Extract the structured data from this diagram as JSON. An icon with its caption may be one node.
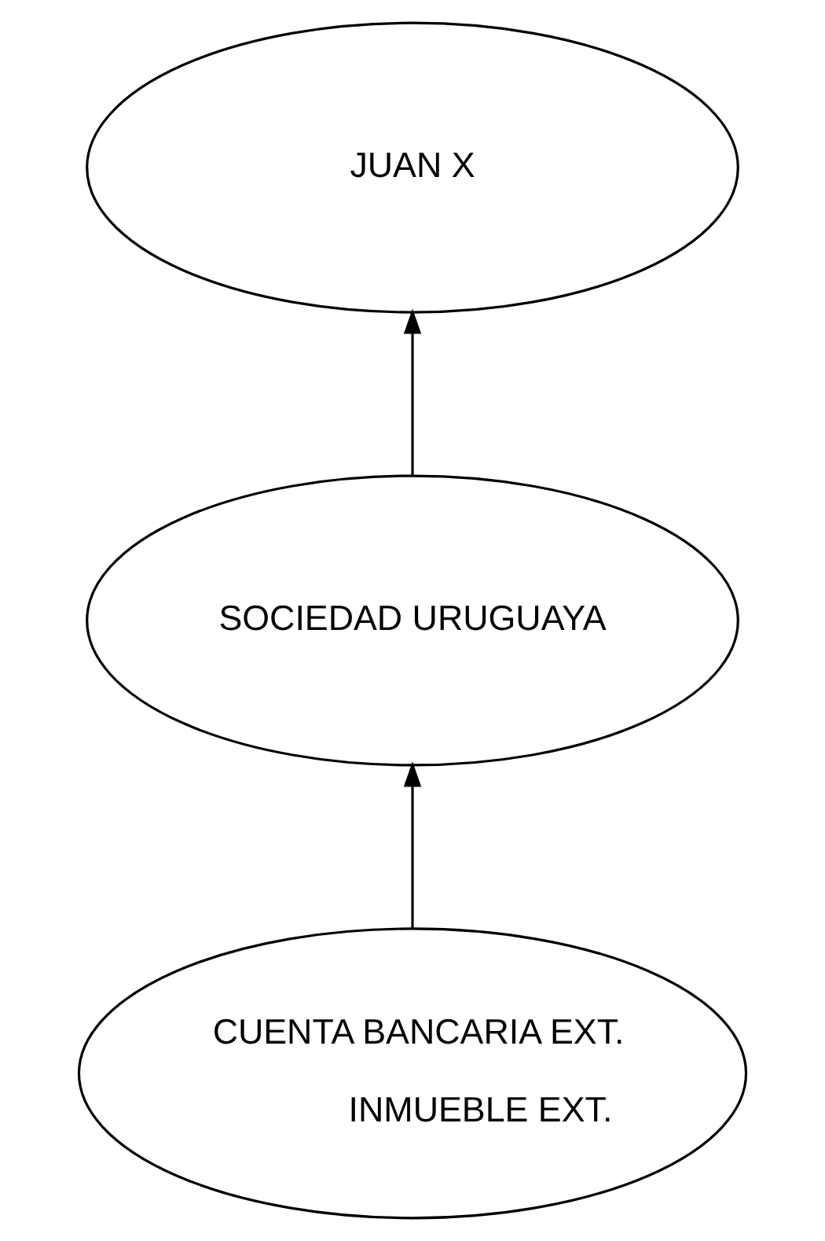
{
  "diagram": {
    "nodes": [
      {
        "text": [
          "JUAN X"
        ]
      },
      {
        "text": [
          "SOCIEDAD URUGUAYA"
        ]
      },
      {
        "text": [
          "CUENTA BANCARIA EXT.",
          "INMUEBLE EXT."
        ]
      }
    ],
    "edges": [
      {
        "from": 1,
        "to": 0,
        "arrow": "to"
      },
      {
        "from": 2,
        "to": 1,
        "arrow": "to"
      }
    ]
  }
}
